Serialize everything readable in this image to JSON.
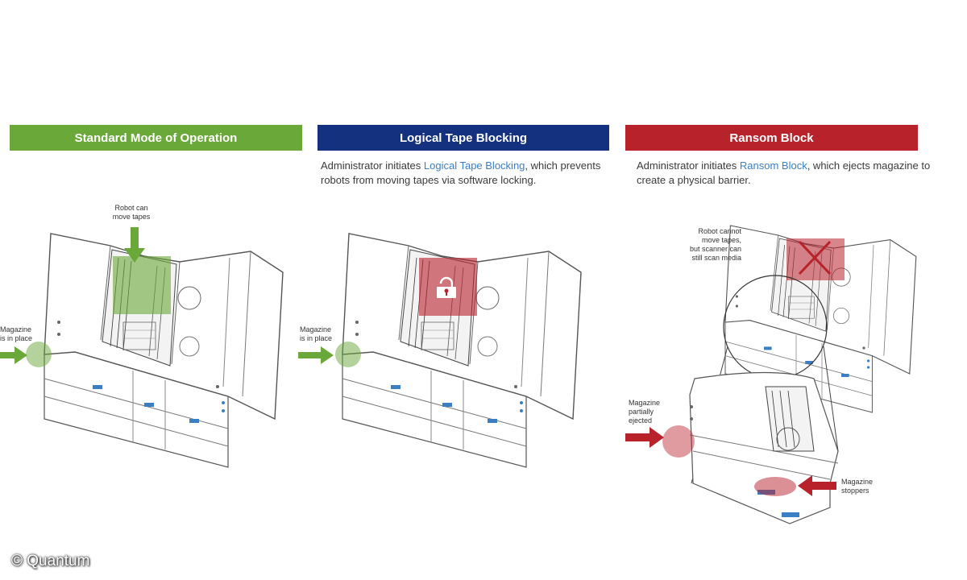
{
  "panels": [
    {
      "title": "Standard Mode of Operation",
      "color": "#6aa83a"
    },
    {
      "title": "Logical Tape Blocking",
      "color": "#13317e",
      "desc_pre": "Administrator initiates ",
      "desc_link": "Logical Tape Blocking",
      "desc_post": ", which prevents robots from moving tapes via software locking."
    },
    {
      "title": "Ransom Block",
      "color": "#b8222b",
      "desc_pre": "Administrator initiates ",
      "desc_link": "Ransom Block",
      "desc_post": ", which ejects magazine to create a physical barrier."
    }
  ],
  "labels": {
    "robot_can_l1": "Robot can",
    "robot_can_l2": "move tapes",
    "magazine_place_1_l1": "Magazine",
    "magazine_place_1_l2": "is in place",
    "magazine_place_2_l1": "Magazine",
    "magazine_place_2_l2": "is in place",
    "robot_cannot_l1": "Robot cannot",
    "robot_cannot_l2": "move tapes,",
    "robot_cannot_l3": "but scanner can",
    "robot_cannot_l4": "still scan media",
    "partially_l1": "Magazine",
    "partially_l2": "partially",
    "partially_l3": "ejected",
    "stoppers_l1": "Magazine",
    "stoppers_l2": "stoppers"
  },
  "copyright": "© Quantum",
  "colors": {
    "green": "#6aa83a",
    "blue": "#13317e",
    "red": "#b8222b",
    "link": "#3a7fc4"
  }
}
